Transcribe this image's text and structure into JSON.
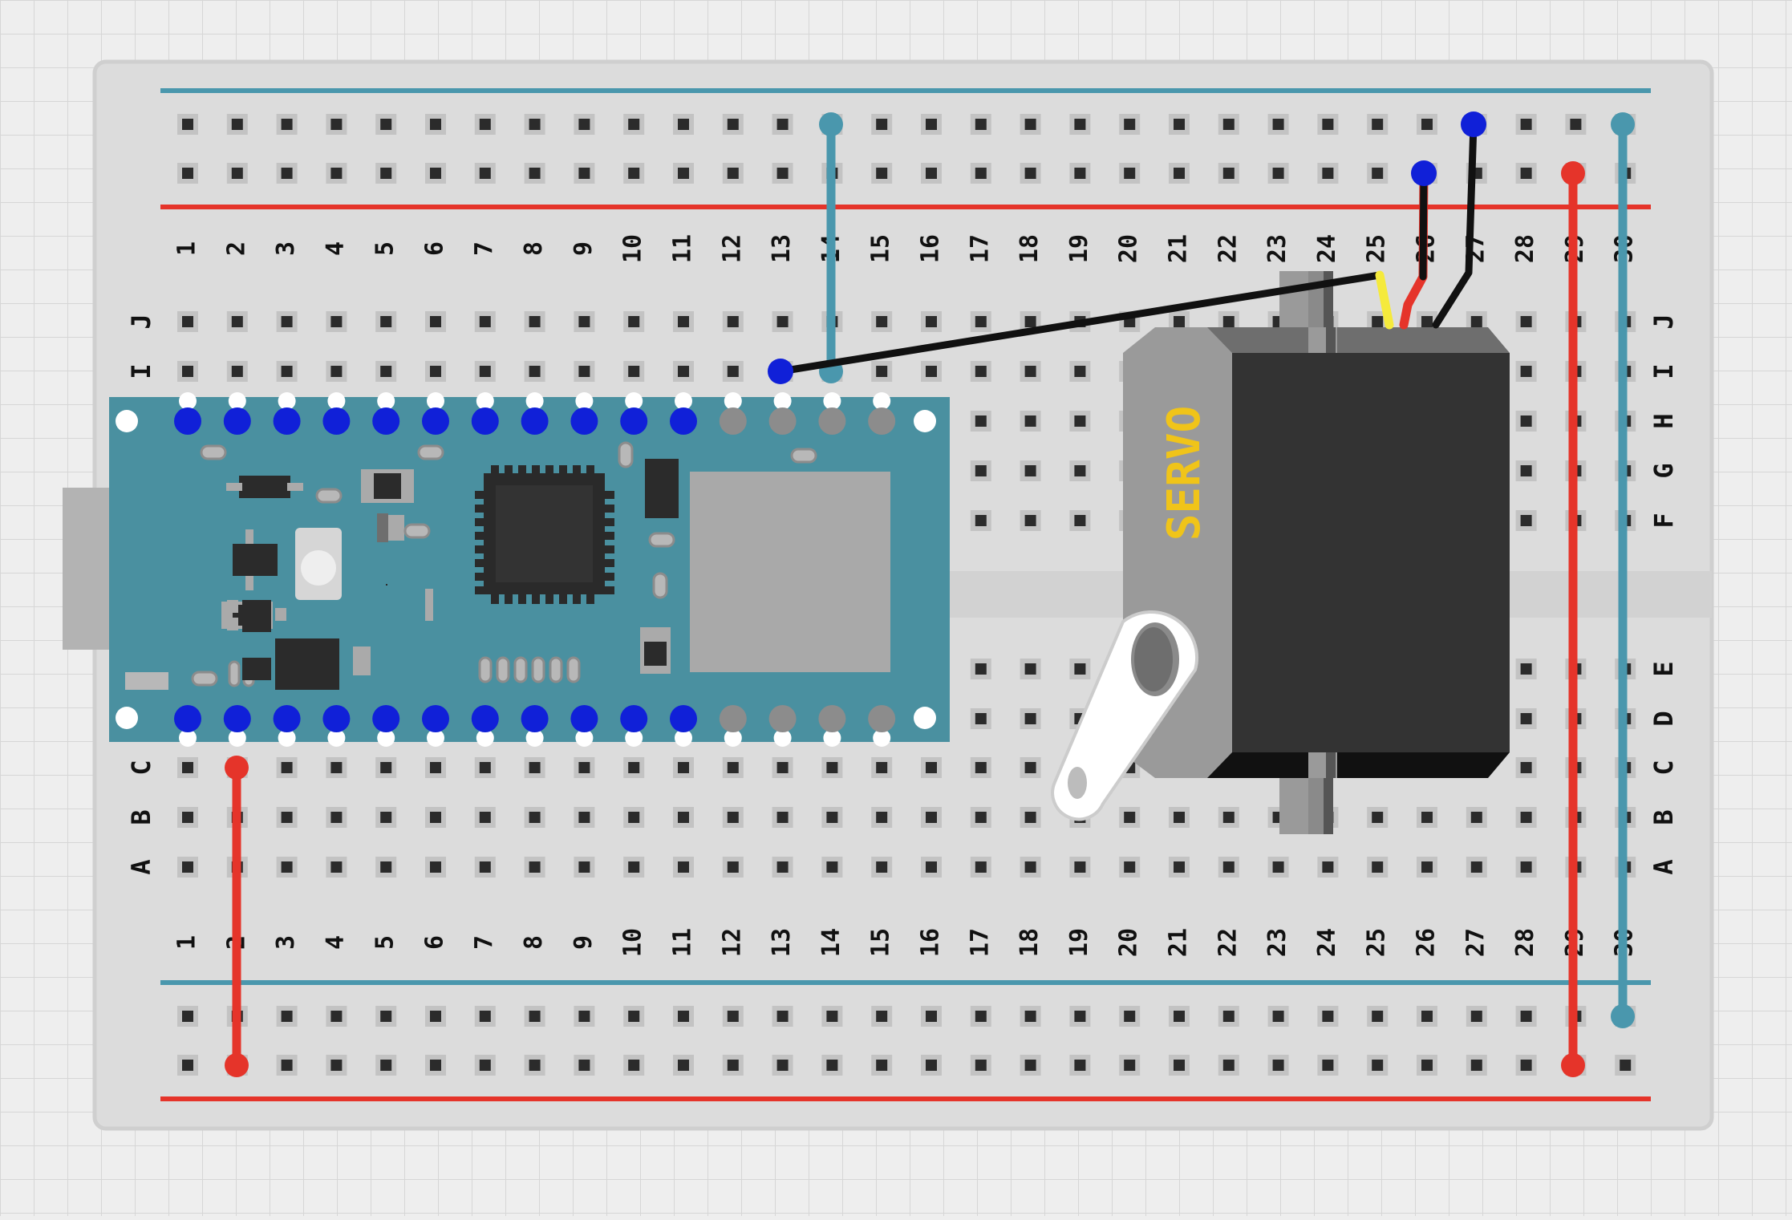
{
  "breadboard": {
    "columns": [
      "1",
      "2",
      "3",
      "4",
      "5",
      "6",
      "7",
      "8",
      "9",
      "10",
      "11",
      "12",
      "13",
      "14",
      "15",
      "16",
      "17",
      "18",
      "19",
      "20",
      "21",
      "22",
      "23",
      "24",
      "25",
      "26",
      "27",
      "28",
      "29",
      "30"
    ],
    "rows_top": [
      "J",
      "I",
      "H",
      "G",
      "F"
    ],
    "rows_bottom": [
      "E",
      "D",
      "C",
      "B",
      "A"
    ]
  },
  "servo": {
    "label": "SERVO"
  },
  "colors": {
    "background": "#eeeeee",
    "grid": "#d6d6d6",
    "board": "#dcdcdc",
    "rail_blue": "#4a97ad",
    "rail_red": "#e5342a",
    "wire_blue": "#4a97ad",
    "wire_red": "#e5342a",
    "wire_black": "#111111",
    "wire_yellow": "#f5ea3c",
    "pin_blue": "#1020d8",
    "arduino_pcb": "#4a90a0",
    "servo_body": "#333333",
    "servo_side": "#9a9a9a",
    "servo_label": "#f0c419"
  }
}
